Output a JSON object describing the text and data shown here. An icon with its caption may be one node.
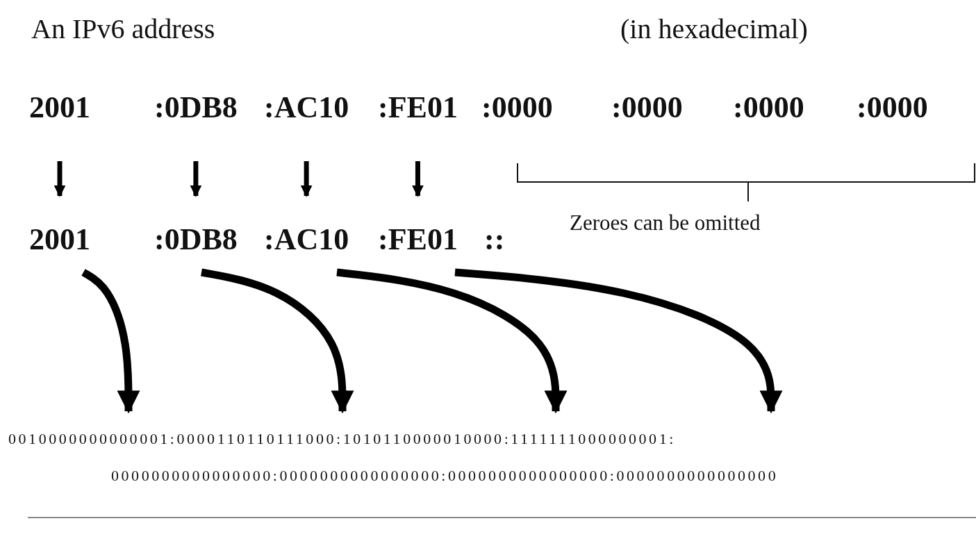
{
  "diagram": {
    "title": "An IPv6 address",
    "nodes": [
      {
        "text": [
          "2001"
        ]
      },
      {
        "text": [
          ":0DB8"
        ]
      },
      {
        "text": [
          ":AC10"
        ]
      },
      {
        "text": [
          ":FE01"
        ]
      },
      {
        "text": [
          ":0000"
        ]
      },
      {
        "text": [
          ":0000"
        ]
      },
      {
        "text": [
          ":0000"
        ]
      },
      {
        "text": [
          ":0000"
        ]
      },
      {
        "text": [
          "2001"
        ]
      },
      {
        "text": [
          ":0DB8"
        ]
      },
      {
        "text": [
          ":AC10"
        ]
      },
      {
        "text": [
          ":FE01"
        ]
      },
      {
        "text": [
          "::"
        ]
      },
      {
        "text": [
          "0010000000000001:0000110110111000:1010110000010000:1111111000000001:"
        ]
      }
    ],
    "edges": [
      {
        "from": 0,
        "to": 8,
        "arrow": "to"
      },
      {
        "from": 1,
        "to": 9,
        "arrow": "to"
      },
      {
        "from": 2,
        "to": 10,
        "arrow": "to"
      },
      {
        "from": 3,
        "to": 11,
        "arrow": "to"
      },
      {
        "from": 8,
        "to": 13,
        "arrow": "to"
      },
      {
        "from": 9,
        "to": 13,
        "arrow": "to"
      },
      {
        "from": 10,
        "to": 13,
        "arrow": "to"
      },
      {
        "from": 11,
        "to": 13,
        "arrow": "to"
      }
    ],
    "labels": [
      "(in hexadecimal)",
      "Zeroes can be omitted",
      "0000000000000000:0000000000000000:0000000000000000:0000000000000000"
    ]
  }
}
